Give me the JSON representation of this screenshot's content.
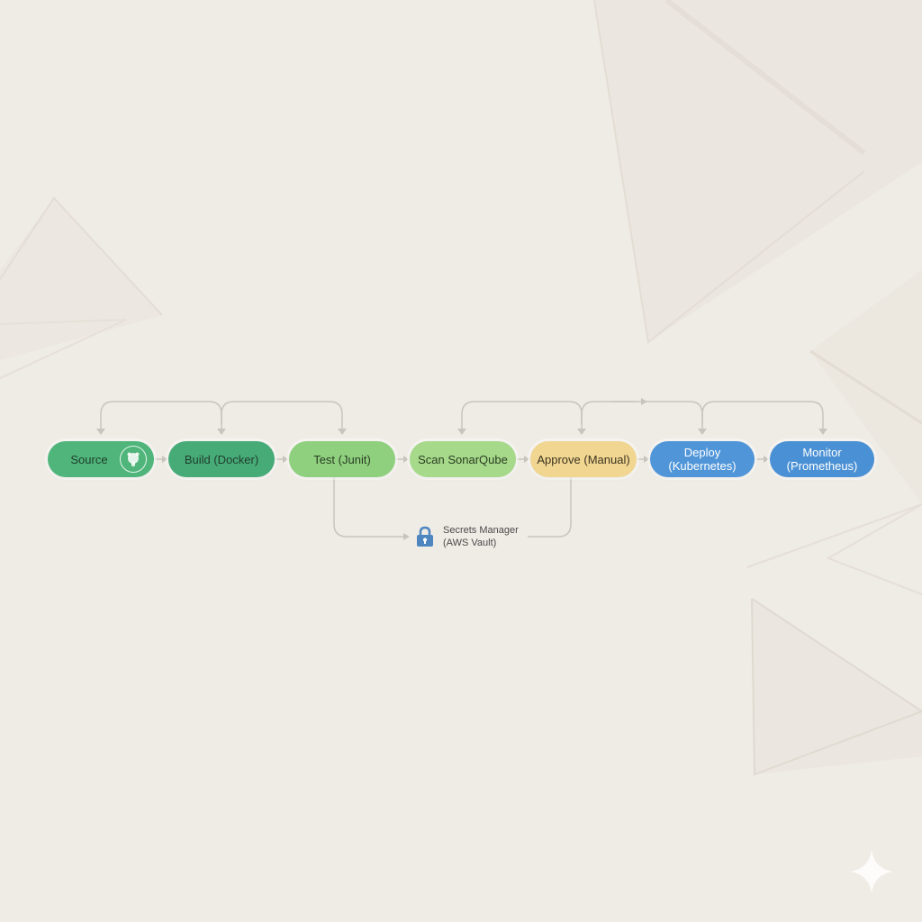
{
  "stages": [
    {
      "label": "Source",
      "color": "#4fb57a",
      "text_color": "#1f3d2c"
    },
    {
      "label": "Build (Docker)",
      "color": "#47ab78",
      "text_color": "#1f3d2c"
    },
    {
      "label": "Test (Junit)",
      "color": "#8fd07f",
      "text_color": "#2a3d22"
    },
    {
      "label": "Scan SonarQube",
      "color": "#a6d98a",
      "text_color": "#2a3d22"
    },
    {
      "label": "Approve (Manual)",
      "color": "#f1d692",
      "text_color": "#3d3420"
    },
    {
      "label": "Deploy\n(Kubernetes)",
      "color": "#4f95d8",
      "text_color": "#ffffff"
    },
    {
      "label": "Monitor\n(Prometheus)",
      "color": "#4a90d4",
      "text_color": "#ffffff"
    }
  ],
  "secrets": {
    "label": "Secrets Manager\n(AWS Vault)",
    "icon": "lock-icon",
    "icon_color": "#4f86c0"
  },
  "source_icon": "github-icon",
  "corner_icon": "sparkle-icon"
}
